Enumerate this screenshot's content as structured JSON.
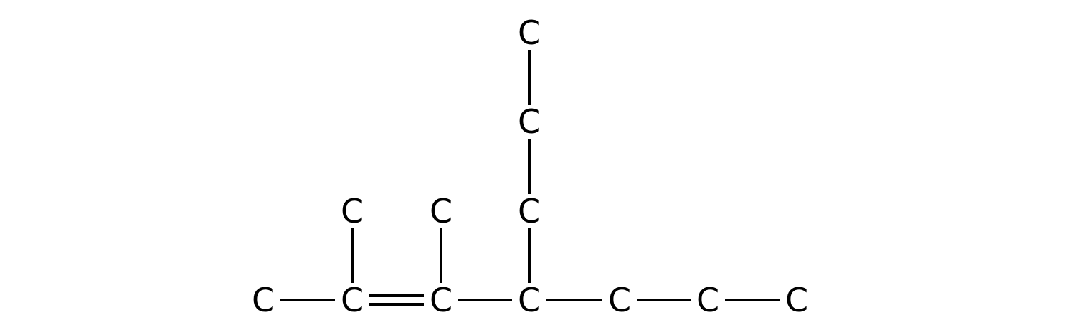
{
  "molecule": {
    "atoms": [
      {
        "id": "a1",
        "label": "C"
      },
      {
        "id": "a2",
        "label": "C"
      },
      {
        "id": "a3",
        "label": "C"
      },
      {
        "id": "a4",
        "label": "C"
      },
      {
        "id": "a5",
        "label": "C"
      },
      {
        "id": "a6",
        "label": "C"
      },
      {
        "id": "a7",
        "label": "C"
      },
      {
        "id": "a8",
        "label": "C"
      },
      {
        "id": "a9",
        "label": "C"
      },
      {
        "id": "a10",
        "label": "C"
      },
      {
        "id": "a11",
        "label": "C"
      },
      {
        "id": "a12",
        "label": "C"
      }
    ],
    "bonds": [
      {
        "from": "a1",
        "to": "a2",
        "order": 1
      },
      {
        "from": "a2",
        "to": "a3",
        "order": 2
      },
      {
        "from": "a3",
        "to": "a4",
        "order": 1
      },
      {
        "from": "a4",
        "to": "a5",
        "order": 1
      },
      {
        "from": "a5",
        "to": "a6",
        "order": 1
      },
      {
        "from": "a6",
        "to": "a7",
        "order": 1
      },
      {
        "from": "a2",
        "to": "a8",
        "order": 1
      },
      {
        "from": "a3",
        "to": "a9",
        "order": 1
      },
      {
        "from": "a4",
        "to": "a10",
        "order": 1
      },
      {
        "from": "a10",
        "to": "a11",
        "order": 1
      },
      {
        "from": "a11",
        "to": "a12",
        "order": 1
      }
    ],
    "colors": {
      "ink": "#000000",
      "background": "#ffffff"
    }
  }
}
